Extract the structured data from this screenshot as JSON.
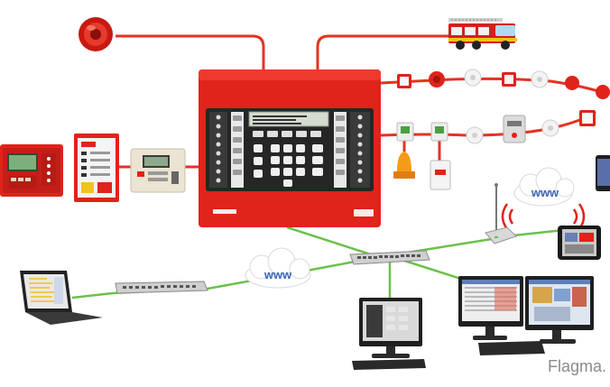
{
  "colors": {
    "panel_red": "#e0231b",
    "red_line": "#e53222",
    "network_green": "#6cc04a",
    "screen_dark": "#2a2a2a"
  },
  "cloud_left": {
    "label": "www"
  },
  "cloud_right": {
    "label": "www"
  },
  "watermark": {
    "text": "Flagma."
  }
}
